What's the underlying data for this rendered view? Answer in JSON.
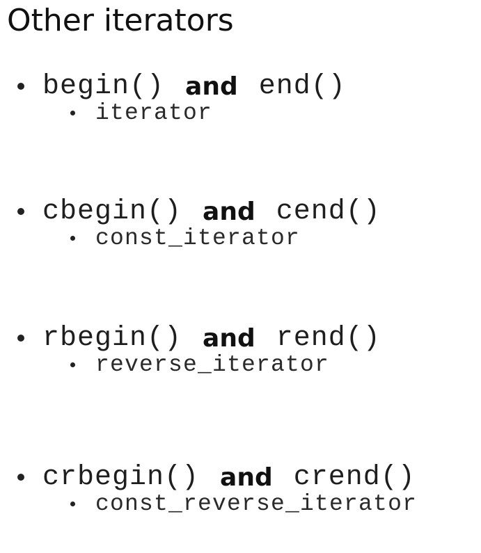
{
  "slide": {
    "title": "Other iterators",
    "conjunction": "and",
    "items": [
      {
        "begin": "begin()",
        "end": "end()",
        "type": "iterator"
      },
      {
        "begin": "cbegin()",
        "end": "cend()",
        "type": "const_iterator"
      },
      {
        "begin": "rbegin()",
        "end": "rend()",
        "type": "reverse_iterator"
      },
      {
        "begin": "crbegin()",
        "end": "crend()",
        "type": "const_reverse_iterator"
      }
    ]
  }
}
